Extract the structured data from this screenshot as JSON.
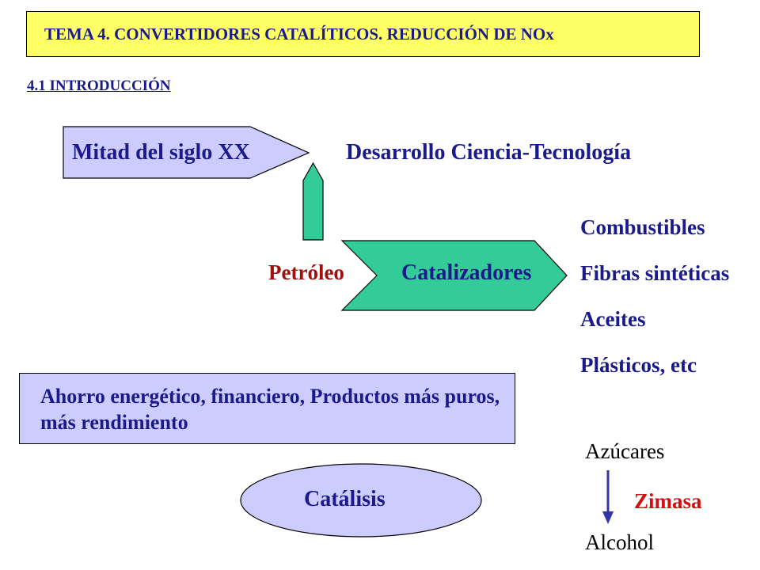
{
  "header": {
    "title": "TEMA 4. CONVERTIDORES CATALÍTICOS. REDUCCIÓN DE NOx",
    "subtitle": "4.1 INTRODUCCIÓN"
  },
  "diagram": {
    "era_label": "Mitad del siglo XX",
    "development_label": "Desarrollo Ciencia-Tecnología",
    "source_label": "Petróleo",
    "catalysts_label": "Catalizadores",
    "products": [
      "Combustibles",
      "Fibras sintéticas",
      "Aceites",
      "Plásticos, etc"
    ],
    "benefits_text": "Ahorro energético, financiero, Productos más puros, más rendimiento",
    "catalysis_label": "Catálisis",
    "fermentation": {
      "input": "Azúcares",
      "enzyme": "Zimasa",
      "output": "Alcohol"
    }
  },
  "colors": {
    "title_bg": "#ffff66",
    "text_navy": "#1a1a8c",
    "lavender": "#ccccff",
    "teal": "#33cc99",
    "red_label": "#a01010",
    "zimasa": "#d01010",
    "arrow_blue": "#3333aa"
  }
}
